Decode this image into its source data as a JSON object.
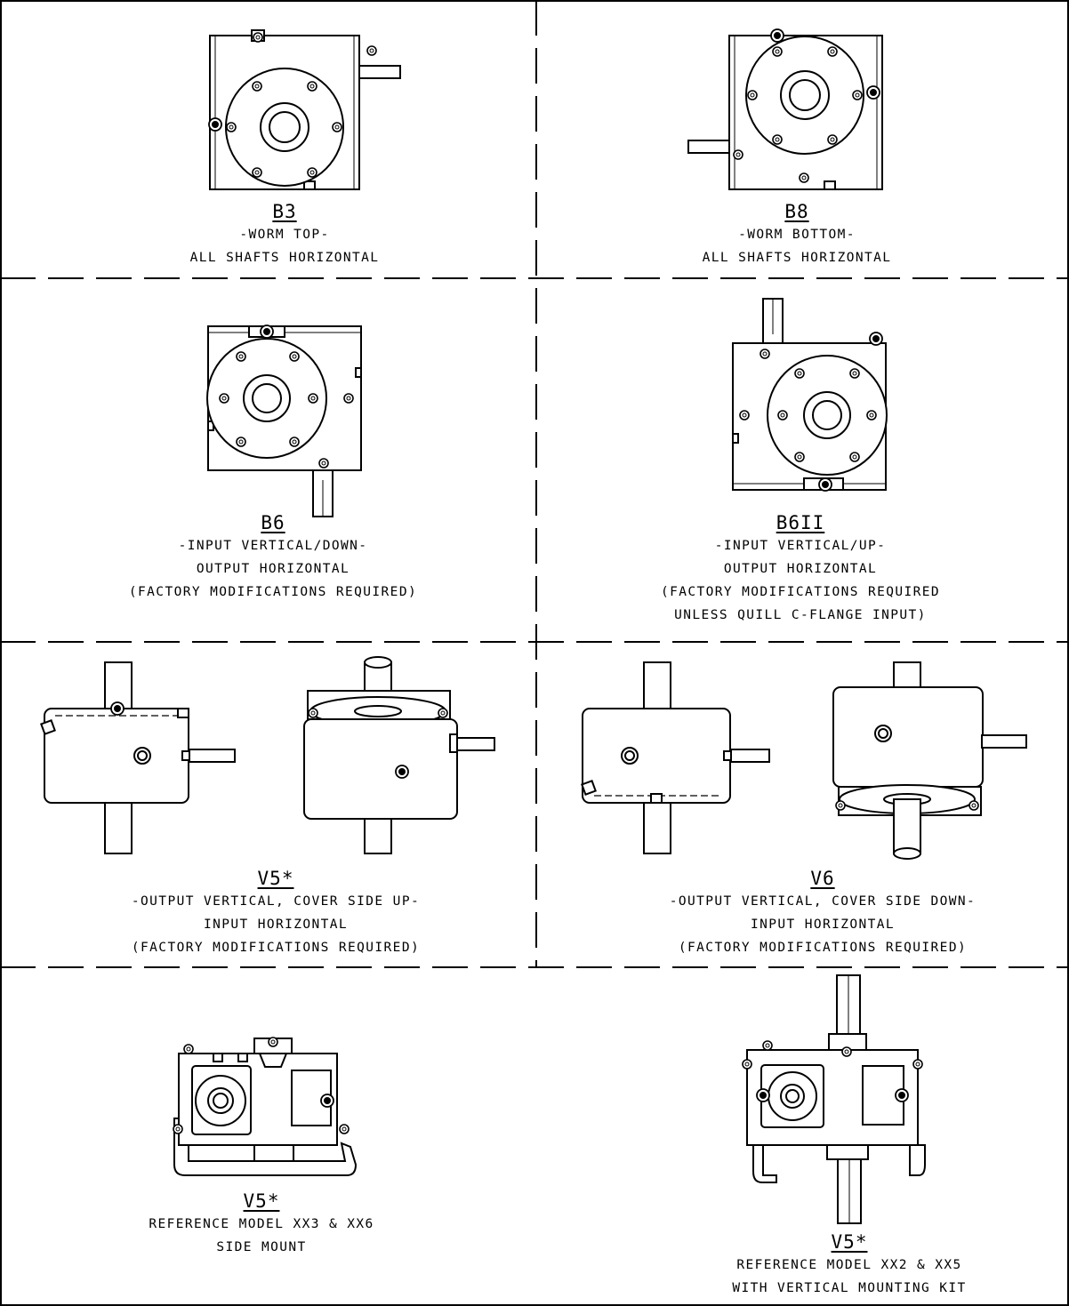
{
  "panels": [
    {
      "code": "B3",
      "lines": [
        "-WORM TOP-",
        "ALL SHAFTS HORIZONTAL"
      ]
    },
    {
      "code": "B8",
      "lines": [
        "-WORM BOTTOM-",
        "ALL SHAFTS HORIZONTAL"
      ]
    },
    {
      "code": "B6",
      "lines": [
        "-INPUT VERTICAL/DOWN-",
        "OUTPUT HORIZONTAL",
        "(FACTORY MODIFICATIONS REQUIRED)"
      ]
    },
    {
      "code": "B6II",
      "lines": [
        "-INPUT VERTICAL/UP-",
        "OUTPUT HORIZONTAL",
        "(FACTORY MODIFICATIONS REQUIRED",
        "UNLESS QUILL C-FLANGE INPUT)"
      ]
    },
    {
      "code": "V5*",
      "lines": [
        "-OUTPUT VERTICAL, COVER SIDE UP-",
        "INPUT HORIZONTAL",
        "(FACTORY MODIFICATIONS REQUIRED)"
      ]
    },
    {
      "code": "V6",
      "lines": [
        "-OUTPUT VERTICAL, COVER SIDE DOWN-",
        "INPUT HORIZONTAL",
        "(FACTORY MODIFICATIONS REQUIRED)"
      ]
    },
    {
      "code": "V5*",
      "lines": [
        "REFERENCE MODEL XX3 & XX6",
        "SIDE MOUNT"
      ]
    },
    {
      "code": "V5*",
      "lines": [
        "REFERENCE MODEL XX2 & XX5",
        "WITH VERTICAL MOUNTING KIT"
      ]
    }
  ]
}
